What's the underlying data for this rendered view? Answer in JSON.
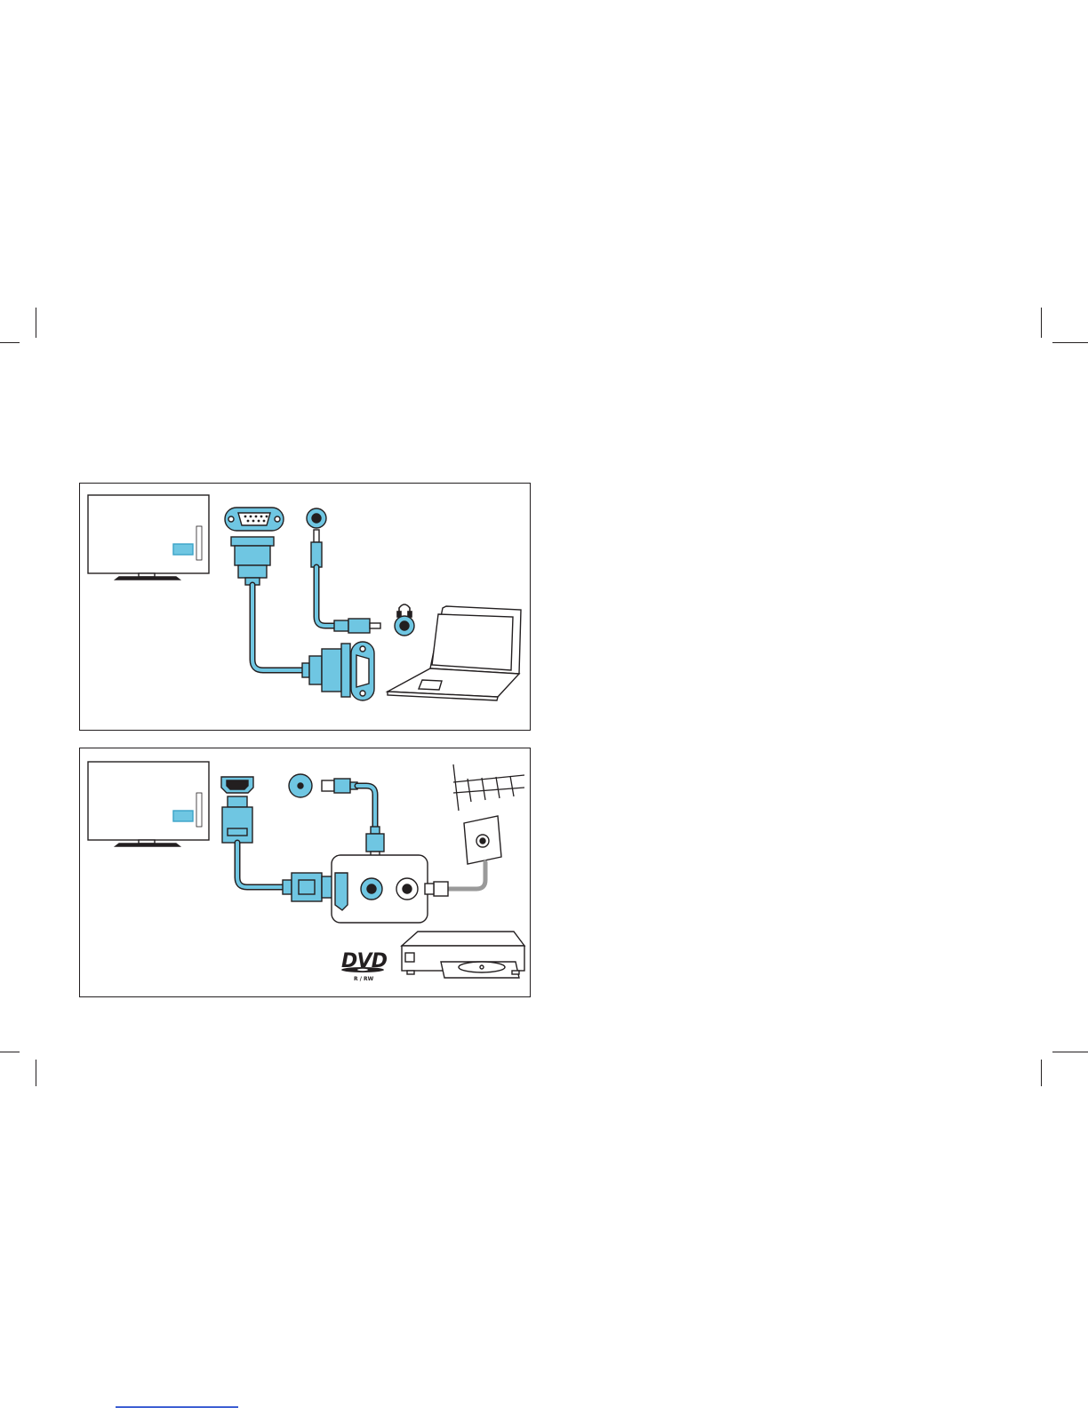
{
  "colors": {
    "cable": "#6fc6e2",
    "cable_dark": "#3aa3c8",
    "outline": "#231f20",
    "panel_border": "#231f20",
    "wire_grey": "#9a9a9a",
    "bottom_line": "#3d5fd3"
  },
  "diagram_1": {
    "name": "tv-to-laptop-connection",
    "icons": [
      "tv-icon",
      "vga-port-icon",
      "audio-jack-icon",
      "headphone-icon",
      "laptop-icon"
    ]
  },
  "diagram_2": {
    "name": "tv-to-dvd-antenna-connection",
    "icons": [
      "tv-icon",
      "hdmi-port-icon",
      "rf-port-icon",
      "antenna-icon",
      "wall-socket-icon",
      "dvd-player-icon"
    ],
    "dvd_logo": {
      "text": "DVD",
      "subtext": "R / RW"
    }
  }
}
